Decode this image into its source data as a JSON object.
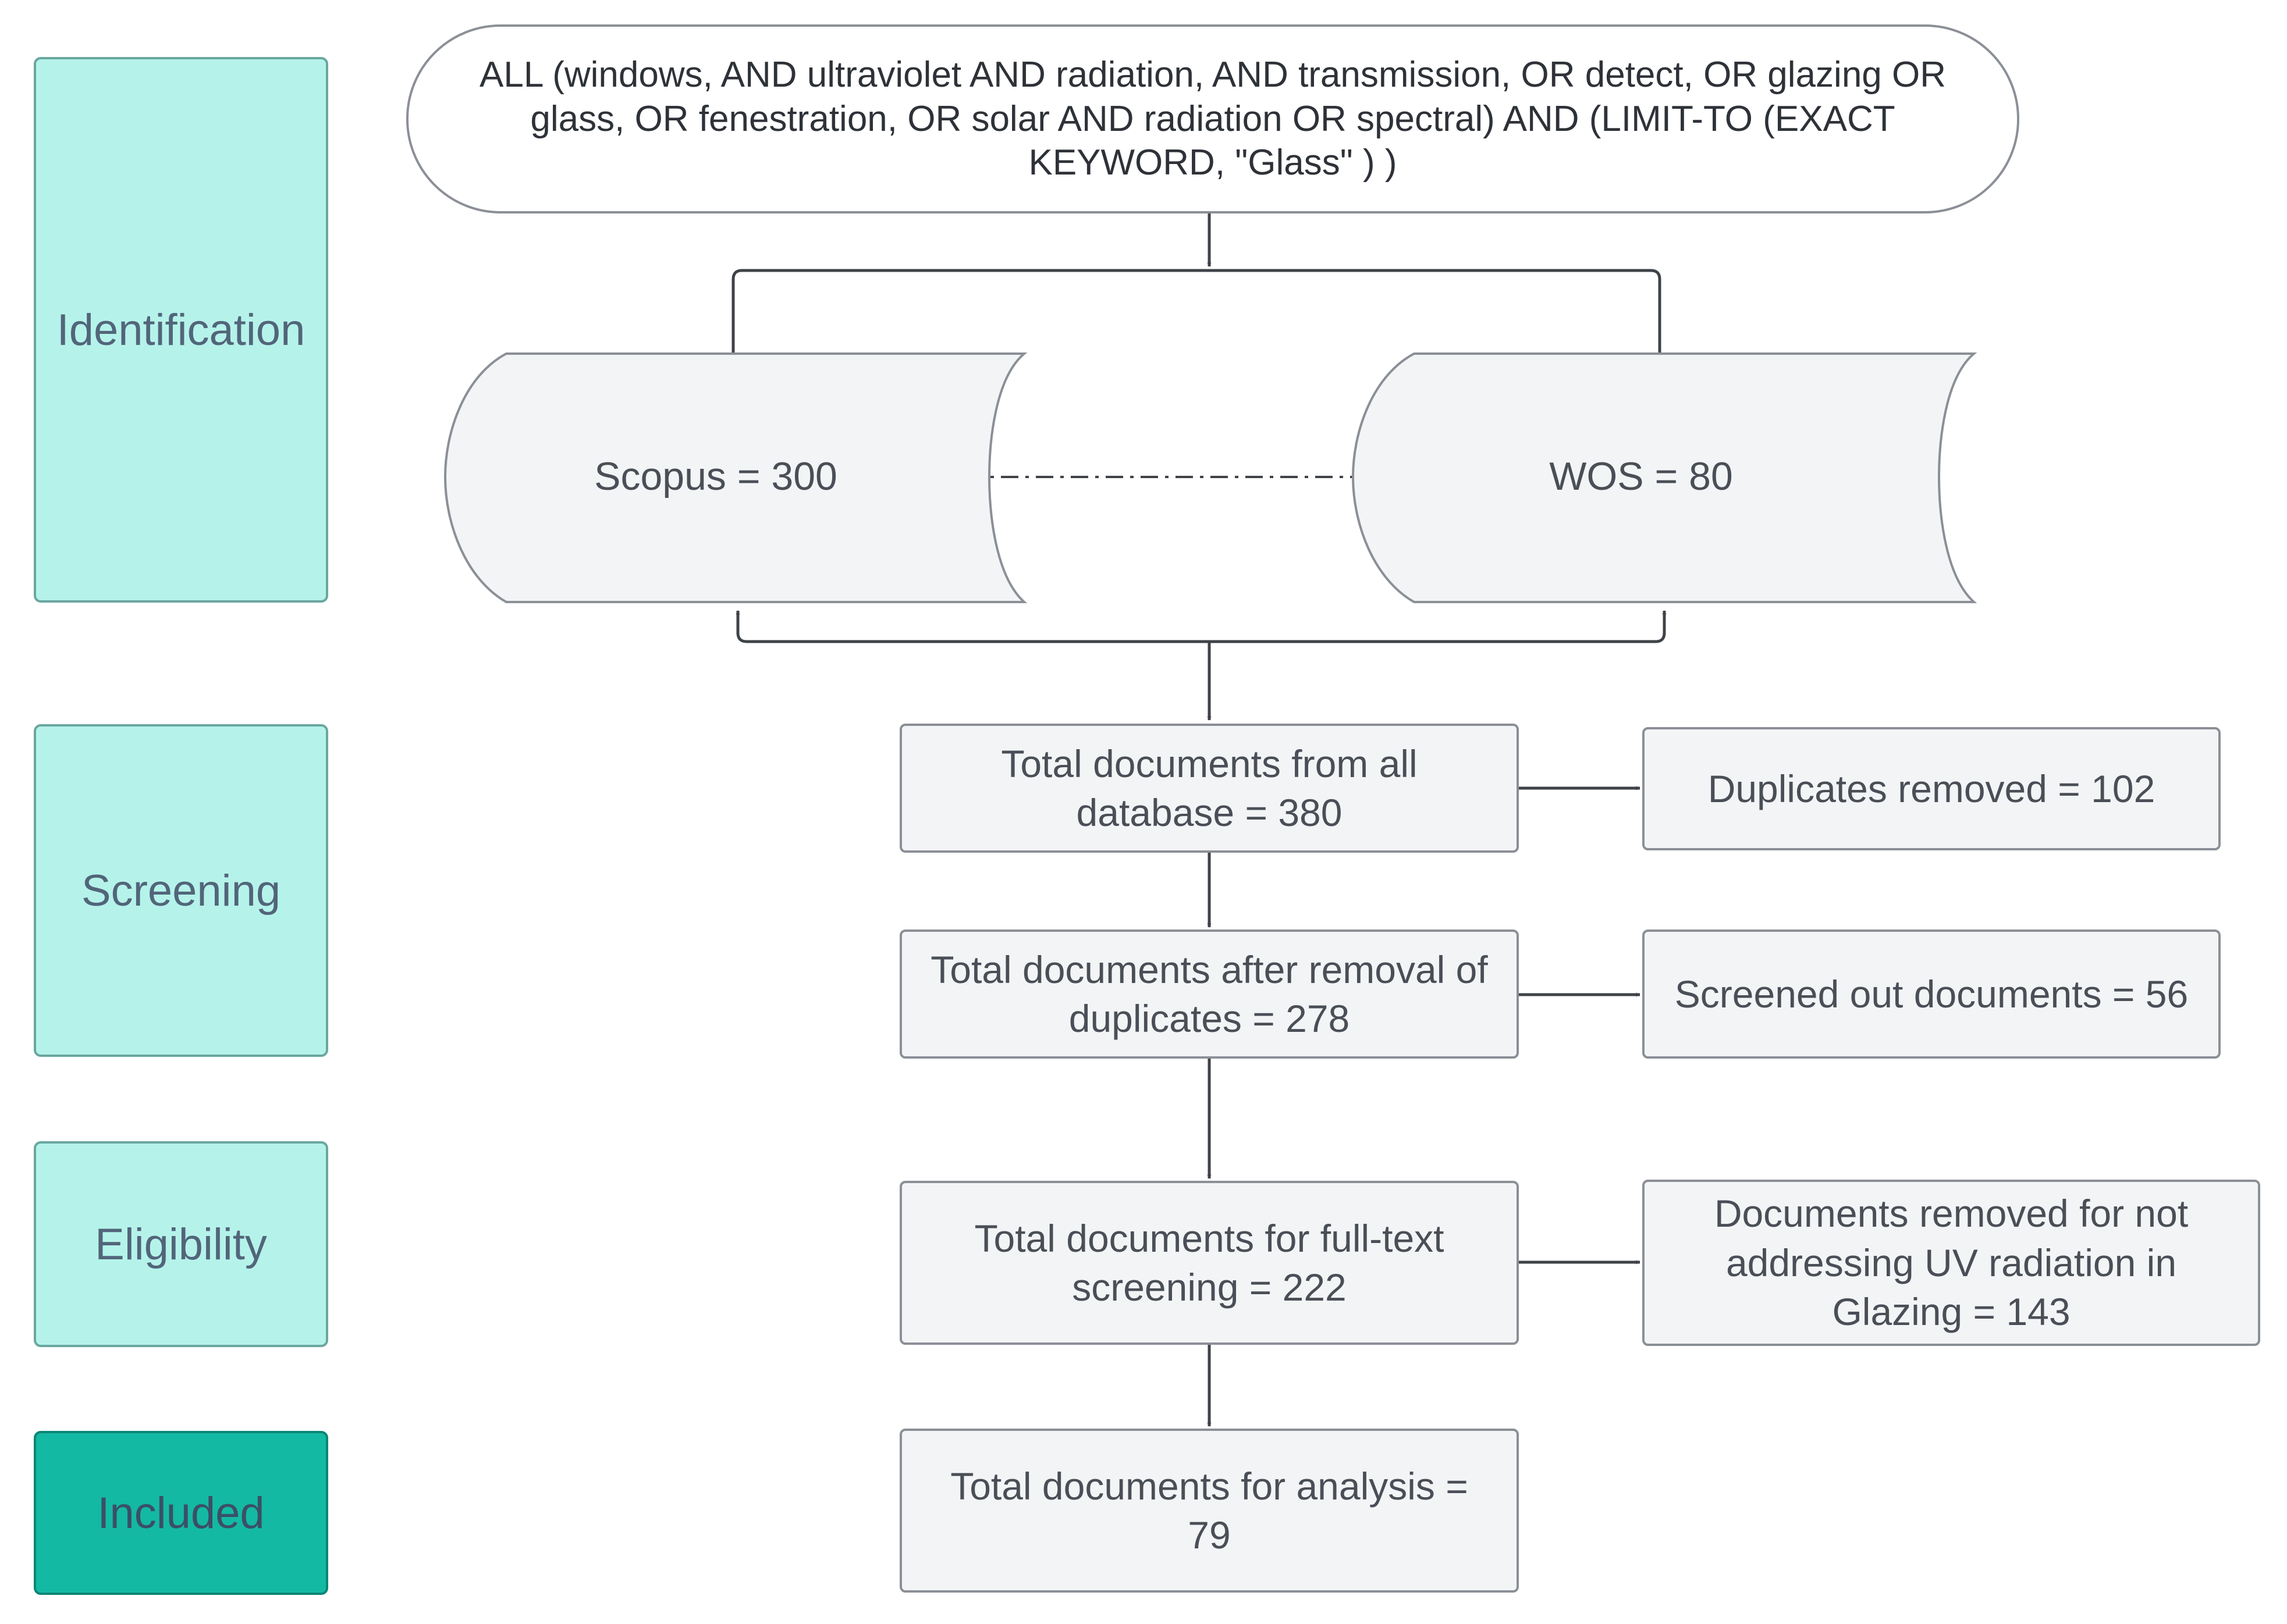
{
  "phases": {
    "identification": "Identification",
    "screening": "Screening",
    "eligibility": "Eligibility",
    "included": "Included"
  },
  "query": "ALL (windows, AND ultraviolet AND radiation, AND transmission, OR detect, OR glazing OR glass, OR fenestration, OR solar AND radiation OR spectral) AND (LIMIT-TO (EXACT KEYWORD, \"Glass\" ) )",
  "databases": {
    "scopus": "Scopus = 300",
    "wos": "WOS = 80"
  },
  "flow": {
    "total_all": "Total documents from all database = 380",
    "after_duplicates": "Total documents after removal of duplicates = 278",
    "full_text": "Total documents for full-text screening = 222",
    "analysis": "Total documents for analysis = 79"
  },
  "exclusions": {
    "duplicates": "Duplicates removed = 102",
    "screened_out": "Screened out documents = 56",
    "not_uv": "Documents removed for not addressing UV radiation in Glazing = 143"
  },
  "colors": {
    "phase_fill": "#b5f3ea",
    "included_fill": "#14b9a3",
    "box_fill": "#f3f4f6",
    "line": "#3f4348"
  }
}
